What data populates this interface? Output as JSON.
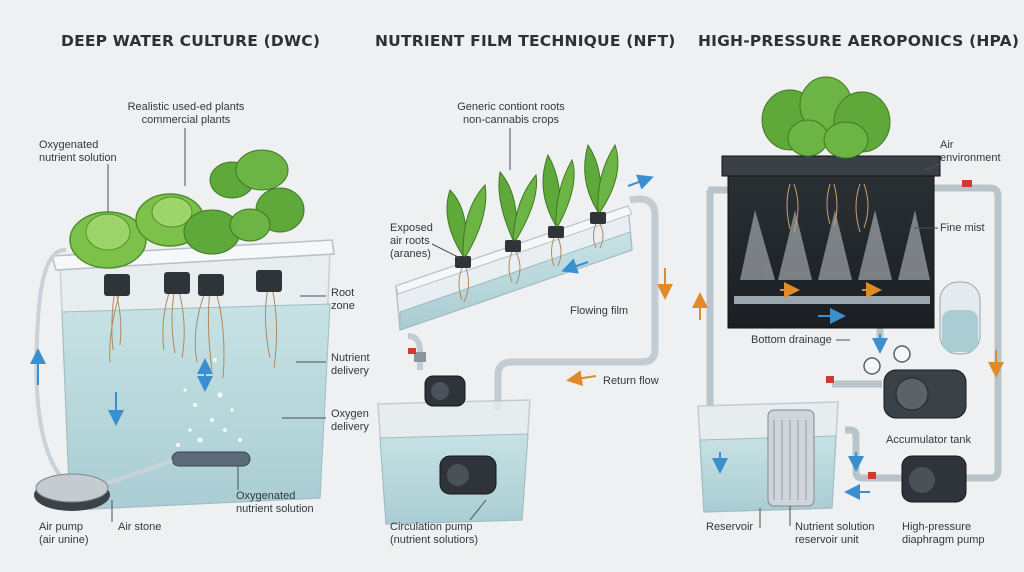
{
  "panels": {
    "dwc": {
      "title": "DEEP WATER CULTURE (DWC)",
      "labels": {
        "plants": "Realistic used-ed plants\ncommercial plants",
        "oxygenated_top": "Oxygenated\nnutrient solution",
        "root_zone": "Root\nzone",
        "nutrient_delivery": "Nutrient\ndelivery",
        "oxygen_delivery": "Oxygen\ndelivery",
        "oxygenated_bottom": "Oxygenated\nnutrient solution",
        "air_pump": "Air pump\n(air unine)",
        "air_stone": "Air stone"
      }
    },
    "nft": {
      "title": "NUTRIENT FILM TECHNIQUE (NFT)",
      "labels": {
        "crops": "Generic contiont roots\nnon-cannabis crops",
        "exposed_roots": "Exposed\nair roots\n(aranes)",
        "flowing_film": "Flowing film",
        "return_flow": "Return flow",
        "circulation_pump": "Circulation pump\n(nutrient solutiors)"
      }
    },
    "hpa": {
      "title": "HIGH-PRESSURE AEROPONICS (HPA)",
      "labels": {
        "air_environment": "Air\nenvironment",
        "fine_mist": "Fine mist",
        "bottom_drainage": "Bottom drainage",
        "accumulator_tank": "Accumulator tank",
        "reservoir": "Reservoir",
        "nutrient_reservoir": "Nutrient solution\nreservoir unit",
        "diaphragm_pump": "High-pressure\ndiaphragm pump"
      }
    }
  },
  "colors": {
    "water": "#bcd9dd",
    "leaf": "#5fa83a",
    "arrow_blue": "#3a8fd0",
    "arrow_orange": "#e08a2a",
    "valve_red": "#d23a2e",
    "pipe": "#b9c3ca"
  }
}
